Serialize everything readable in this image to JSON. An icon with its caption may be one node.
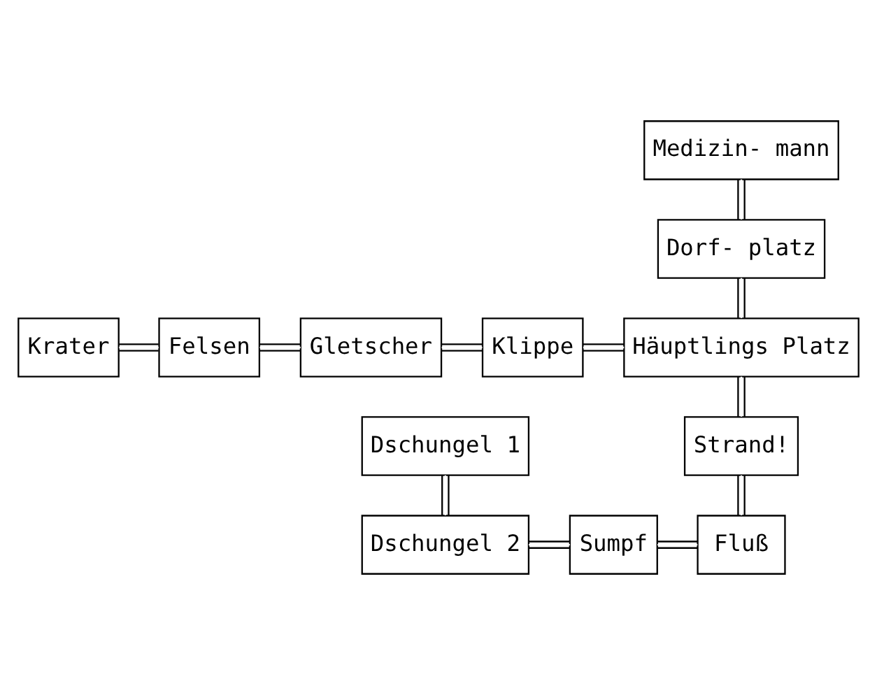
{
  "diagram": {
    "nodes": [
      {
        "text": [
          "Medizin- mann"
        ]
      },
      {
        "text": [
          "Dorf- platz"
        ]
      },
      {
        "text": [
          "Krater"
        ]
      },
      {
        "text": [
          "Felsen"
        ]
      },
      {
        "text": [
          "Gletscher"
        ]
      },
      {
        "text": [
          "Klippe"
        ]
      },
      {
        "text": [
          "Häuptlings Platz"
        ]
      },
      {
        "text": [
          "Dschungel 1"
        ]
      },
      {
        "text": [
          "Strand!"
        ]
      },
      {
        "text": [
          "Dschungel 2"
        ]
      },
      {
        "text": [
          "Sumpf"
        ]
      },
      {
        "text": [
          "Fluß"
        ]
      }
    ],
    "edges": [
      {
        "from": 0,
        "to": 1,
        "arrow": "none"
      },
      {
        "from": 1,
        "to": 6,
        "arrow": "none"
      },
      {
        "from": 2,
        "to": 3,
        "arrow": "none"
      },
      {
        "from": 3,
        "to": 4,
        "arrow": "none"
      },
      {
        "from": 4,
        "to": 5,
        "arrow": "none"
      },
      {
        "from": 5,
        "to": 6,
        "arrow": "none"
      },
      {
        "from": 6,
        "to": 8,
        "arrow": "none"
      },
      {
        "from": 8,
        "to": 11,
        "arrow": "none"
      },
      {
        "from": 7,
        "to": 9,
        "arrow": "none"
      },
      {
        "from": 9,
        "to": 10,
        "arrow": "none"
      },
      {
        "from": 10,
        "to": 11,
        "arrow": "none"
      }
    ]
  }
}
